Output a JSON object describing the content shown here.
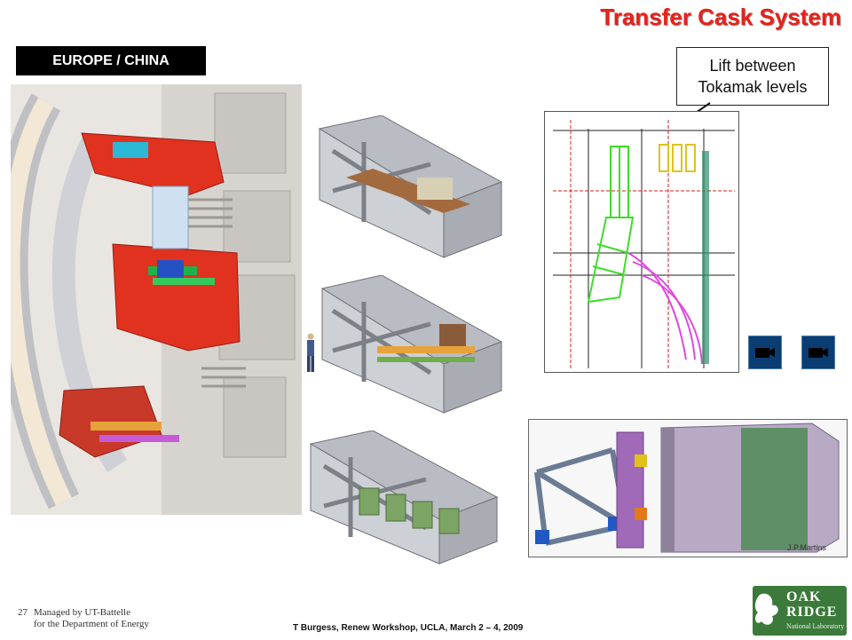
{
  "header": {
    "title": "Transfer Cask System",
    "region_label": "EUROPE / CHINA"
  },
  "callout": {
    "line1": "Lift between",
    "line2": "Tokamak levels"
  },
  "credit": "J.P.Martins",
  "footer": {
    "page_number": "27",
    "managed_line1": "Managed by UT-Battelle",
    "managed_line2": "for the Department of Energy",
    "event": "T Burgess, Renew Workshop, UCLA, March 2 – 4, 2009"
  },
  "logo": {
    "word1": "OAK",
    "word2": "RIDGE",
    "sub": "National Laboratory"
  },
  "icons": [
    "video-camera-icon",
    "video-camera-icon"
  ],
  "colors": {
    "title": "#e8211a",
    "region_bg": "#000000",
    "icon_bg": "#0b3d73"
  }
}
